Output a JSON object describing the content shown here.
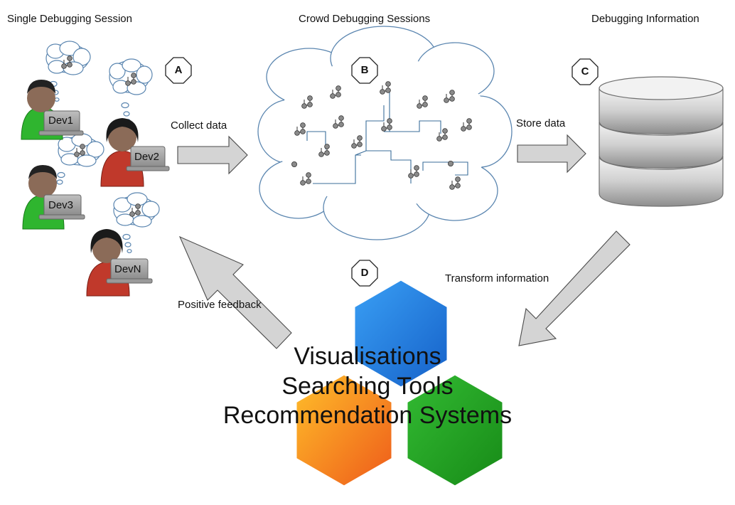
{
  "headings": {
    "single": "Single Debugging Session",
    "crowd": "Crowd Debugging Sessions",
    "info": "Debugging Information"
  },
  "badges": {
    "a": "A",
    "b": "B",
    "c": "C",
    "d": "D"
  },
  "arrows": {
    "collect": "Collect data",
    "store": "Store data",
    "transform": "Transform information",
    "feedback": "Positive feedback"
  },
  "developers": [
    {
      "label": "Dev1",
      "shirt_color": "#2fb52f"
    },
    {
      "label": "Dev2",
      "shirt_color": "#c0392b"
    },
    {
      "label": "Dev3",
      "shirt_color": "#2fb52f"
    },
    {
      "label": "DevN",
      "shirt_color": "#c0392b"
    }
  ],
  "tools": {
    "line1": "Visualisations",
    "line2": "Searching Tools",
    "line3": "Recommendation Systems"
  },
  "colors": {
    "hex_blue": "#1e7ee0",
    "hex_orange": "#f5951e",
    "hex_green": "#27a627",
    "arrow_fill": "#d4d4d4",
    "cloud_stroke": "#5b86b0",
    "database_fill": "#cfcfcf"
  }
}
